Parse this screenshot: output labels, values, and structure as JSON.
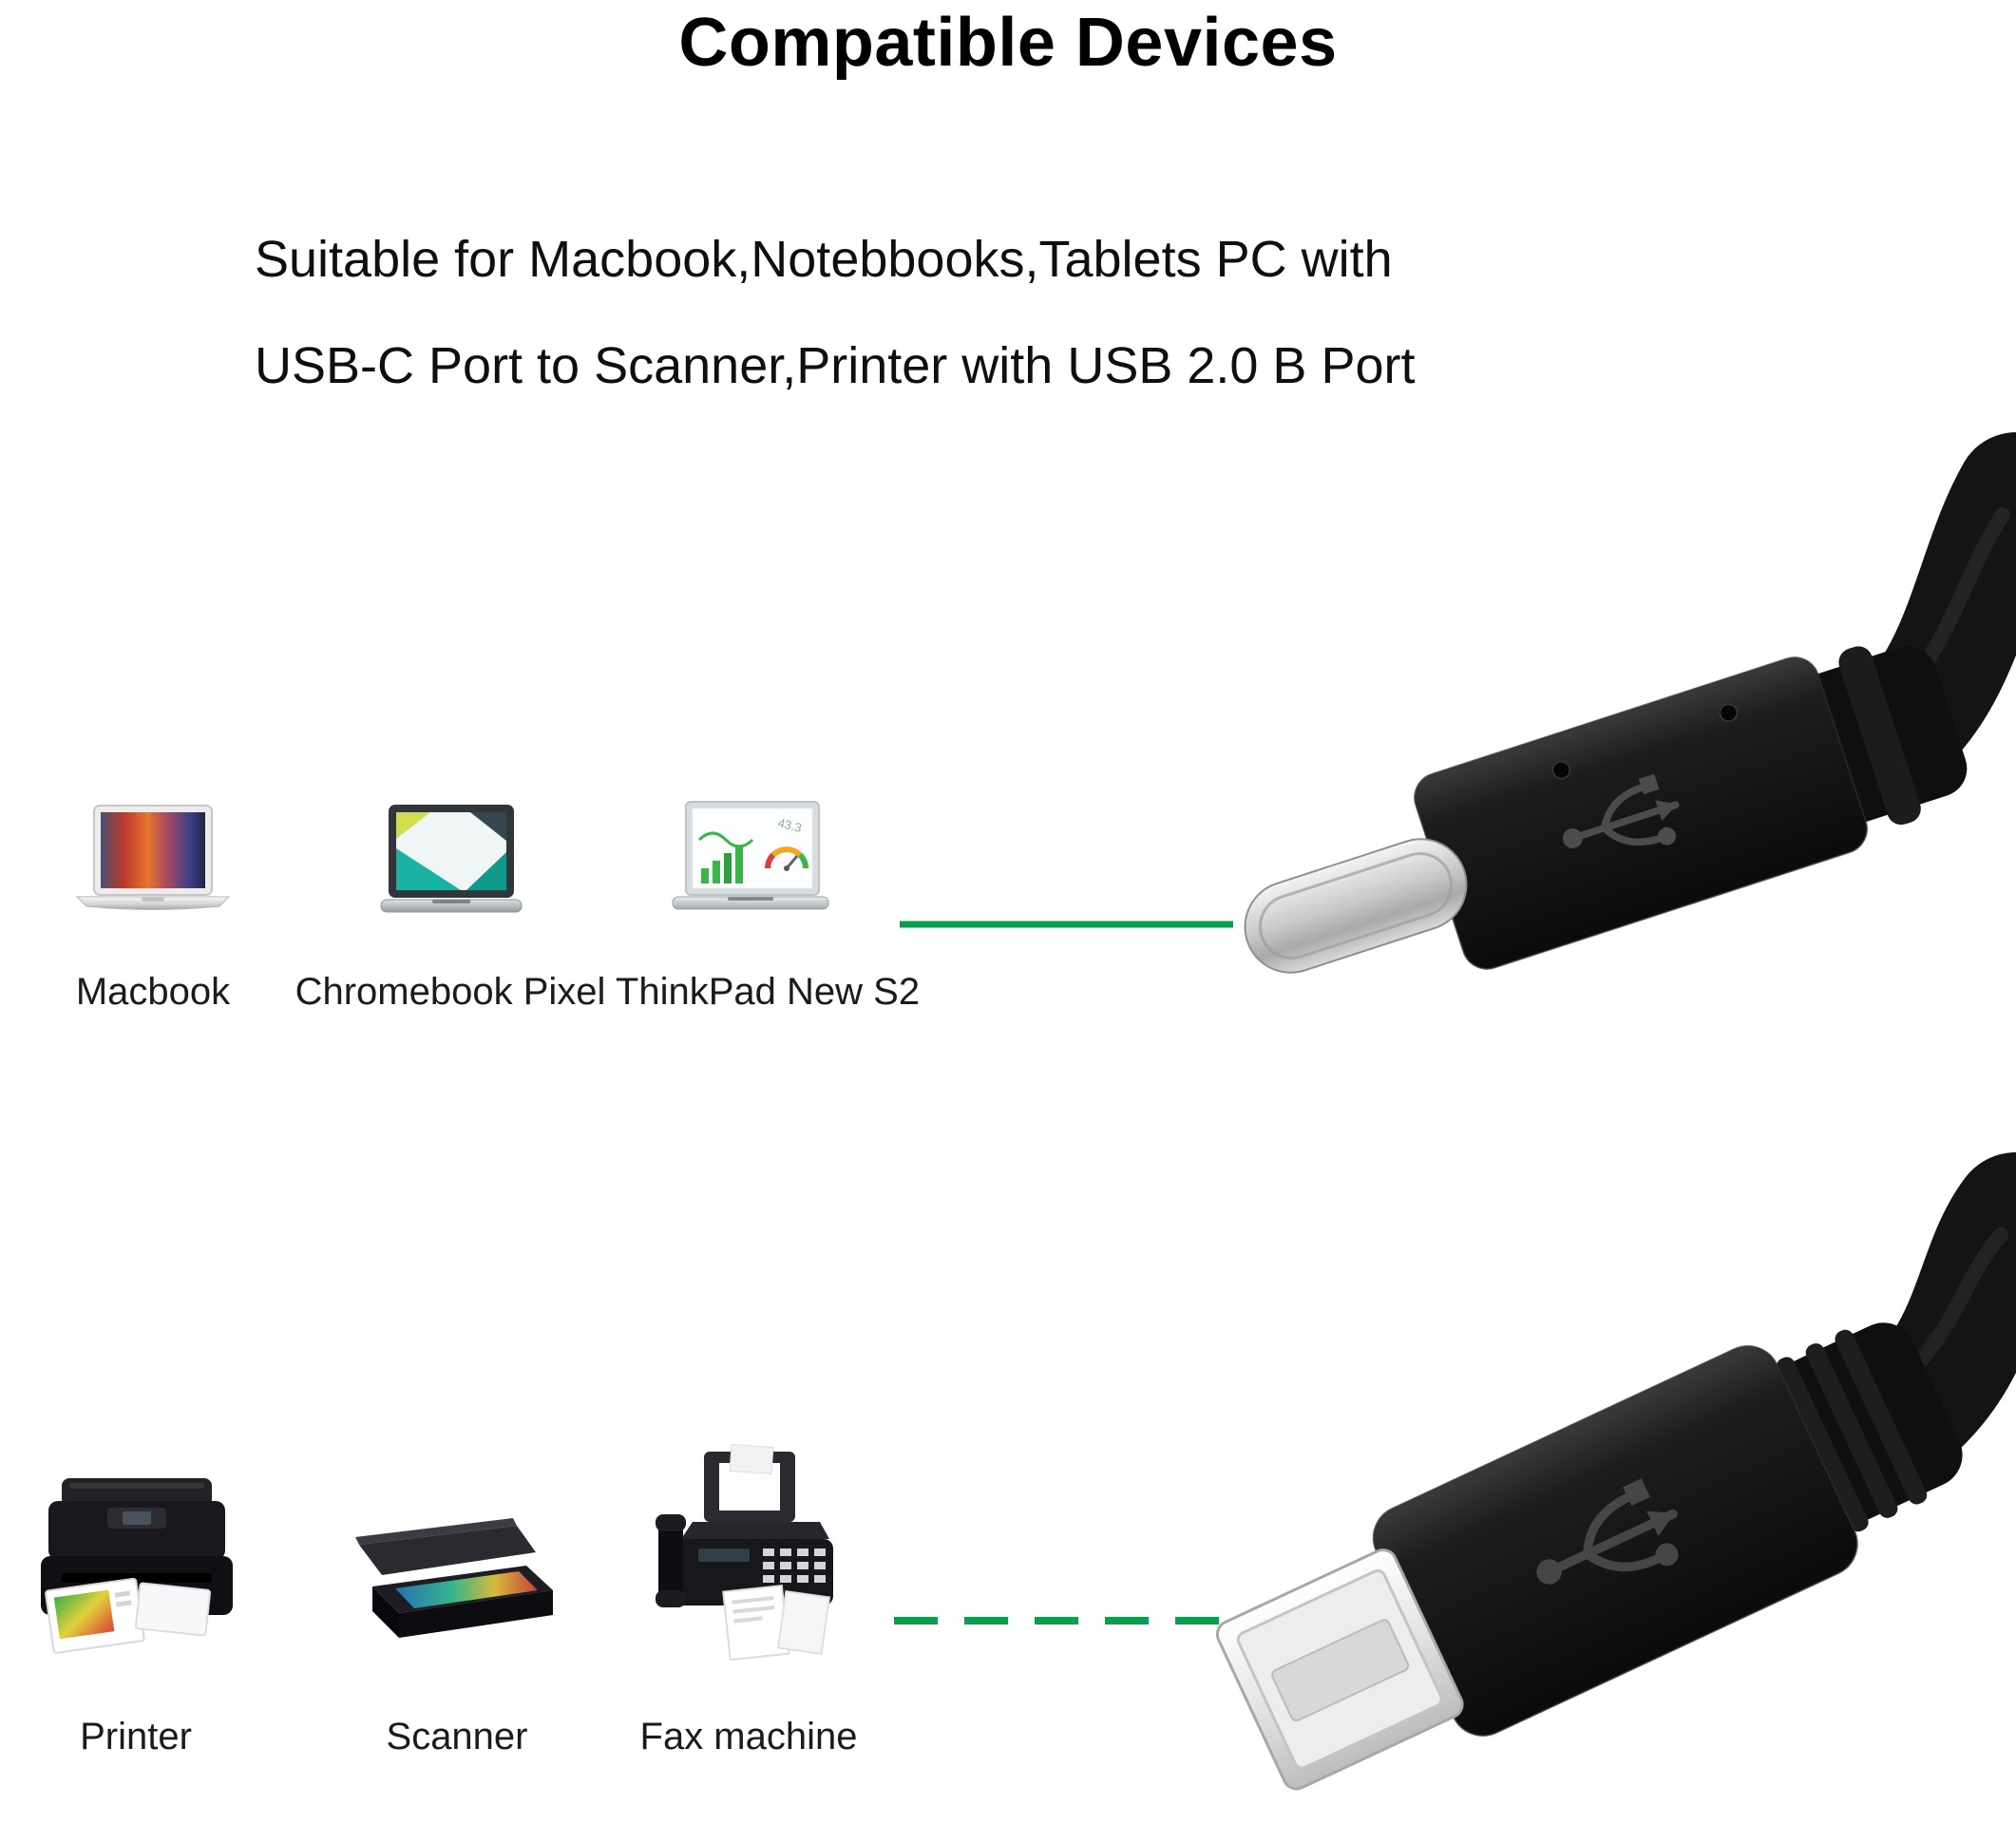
{
  "page": {
    "title": "Compatible Devices",
    "description": {
      "line1": "Suitable for Macbook,Notebbooks,Tablets PC with",
      "line2": "USB-C Port to Scanner,Printer with USB 2.0 B Port"
    }
  },
  "top_section": {
    "connector_icon": "usb-c-connector-icon",
    "connection_line_style": "solid",
    "devices": [
      {
        "icon": "macbook-icon",
        "label": "Macbook"
      },
      {
        "icon": "chromebook-pixel-icon",
        "label": "Chromebook Pixel"
      },
      {
        "icon": "thinkpad-icon",
        "label": "ThinkPad New S2",
        "screen_text": "43.3"
      }
    ]
  },
  "bottom_section": {
    "connector_icon": "usb-b-connector-icon",
    "connection_line_style": "dashed",
    "devices": [
      {
        "icon": "printer-icon",
        "label": "Printer"
      },
      {
        "icon": "scanner-icon",
        "label": "Scanner"
      },
      {
        "icon": "fax-machine-icon",
        "label": "Fax machine"
      }
    ]
  },
  "colors": {
    "connection_line_green": "#0a9e4d",
    "cable_black": "#141414",
    "background": "#ffffff",
    "text": "#000000"
  }
}
